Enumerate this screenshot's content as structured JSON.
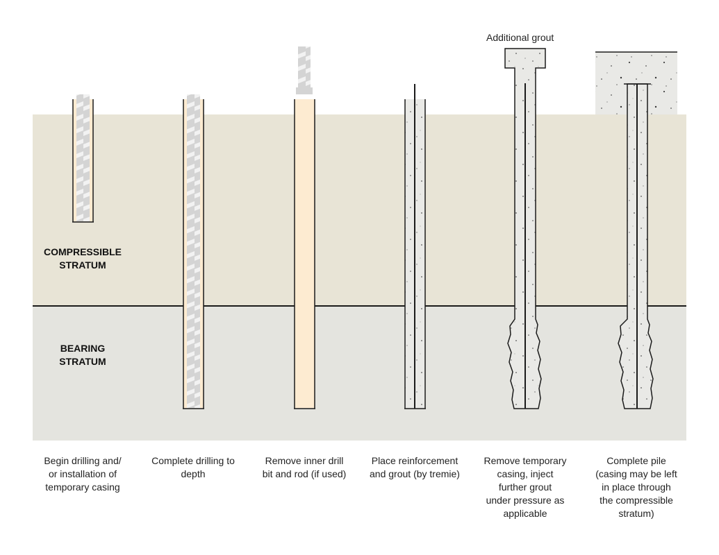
{
  "strata": {
    "compressible": "COMPRESSIBLE\nSTRATUM",
    "bearing": "BEARING\nSTRATUM"
  },
  "additional_grout": "Additional grout",
  "steps": [
    {
      "caption": "Begin drilling and/\nor installation of\ntemporary casing"
    },
    {
      "caption": "Complete drilling to\ndepth"
    },
    {
      "caption": "Remove inner drill\nbit and rod (if used)"
    },
    {
      "caption": "Place reinforcement\nand grout (by tremie)"
    },
    {
      "caption": "Remove temporary\ncasing, inject\nfurther grout\nunder pressure as\napplicable"
    },
    {
      "caption": "Complete pile\n(casing may be left\nin place through\nthe compressible\nstratum)"
    }
  ],
  "colors": {
    "compressible_soil": "#e8e4d6",
    "bearing_soil": "#e4e4df",
    "casing_fill": "#fdebd1",
    "auger": "#d4d4d4",
    "auger_stripe": "#f2f2f2",
    "grout": "#e9e9e6",
    "outline": "#1a1a1a"
  }
}
